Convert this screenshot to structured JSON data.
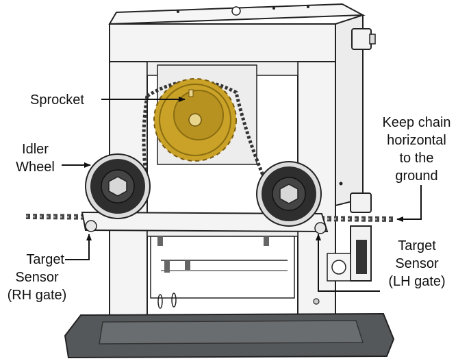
{
  "labels": {
    "sprocket": "Sprocket",
    "idler_line1": "Idler",
    "idler_line2": "Wheel",
    "keep_line1": "Keep chain",
    "keep_line2": "horizontal",
    "keep_line3": "to the",
    "keep_line4": "ground",
    "rh_line1": "Target",
    "rh_line2": "Sensor",
    "rh_line3": "(RH gate)",
    "lh_line1": "Target",
    "lh_line2": "Sensor",
    "lh_line3": "(LH gate)"
  },
  "colors": {
    "sprocket": "#c9a227",
    "sprocket_dark": "#8a6d12",
    "base": "#55585b",
    "frame_stroke": "#222222",
    "frame_fill": "#f4f4f4"
  }
}
